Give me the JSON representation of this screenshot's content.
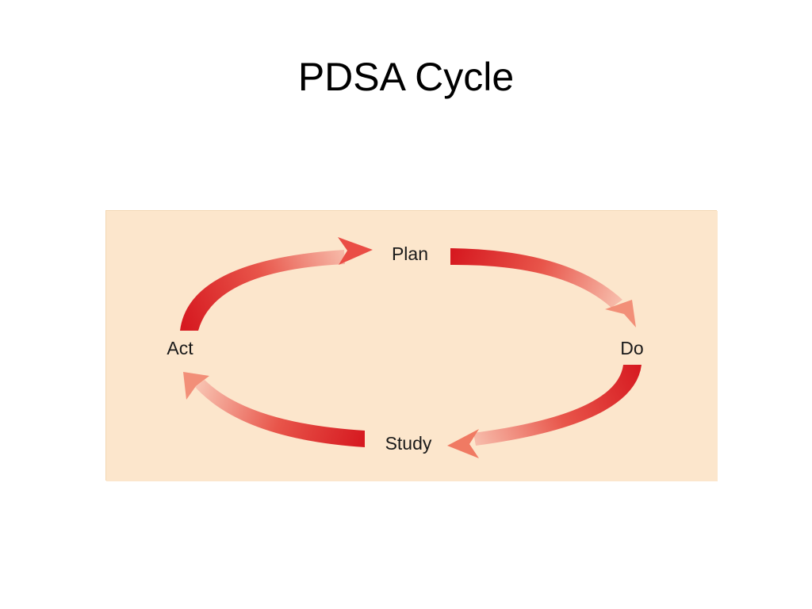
{
  "slide": {
    "title": "PDSA Cycle"
  },
  "diagram": {
    "type": "cycle",
    "background": "#fce6cc",
    "arrow_color": "#d61920",
    "arrow_fade_color": "#fbd9c6",
    "nodes": {
      "plan": "Plan",
      "do": "Do",
      "study": "Study",
      "act": "Act"
    },
    "flow": [
      "Plan",
      "Do",
      "Study",
      "Act"
    ]
  }
}
